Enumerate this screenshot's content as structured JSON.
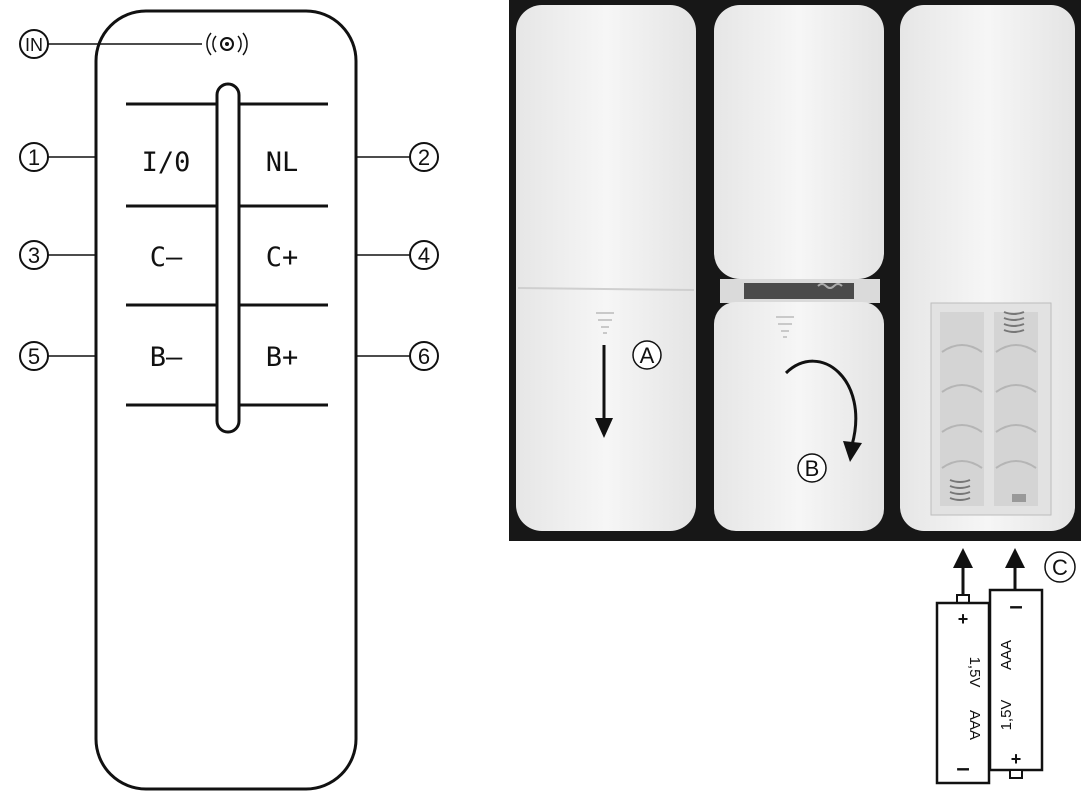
{
  "remote": {
    "ir_label": "IN",
    "buttons": [
      {
        "num": "1",
        "label": "I/0"
      },
      {
        "num": "2",
        "label": "NL"
      },
      {
        "num": "3",
        "label": "C–"
      },
      {
        "num": "4",
        "label": "C+"
      },
      {
        "num": "5",
        "label": "B–"
      },
      {
        "num": "6",
        "label": "B+"
      }
    ]
  },
  "steps": {
    "a": "A",
    "b": "B",
    "c": "C"
  },
  "batteries": [
    {
      "plus": "+",
      "voltage": "1,5V",
      "type": "AAA",
      "minus": "–"
    },
    {
      "minus": "–",
      "type": "AAA",
      "voltage": "1,5V",
      "plus": "+"
    }
  ],
  "colors": {
    "photo_background": "#171717",
    "remote_body": "#f2f2f2",
    "line": "#111111"
  }
}
